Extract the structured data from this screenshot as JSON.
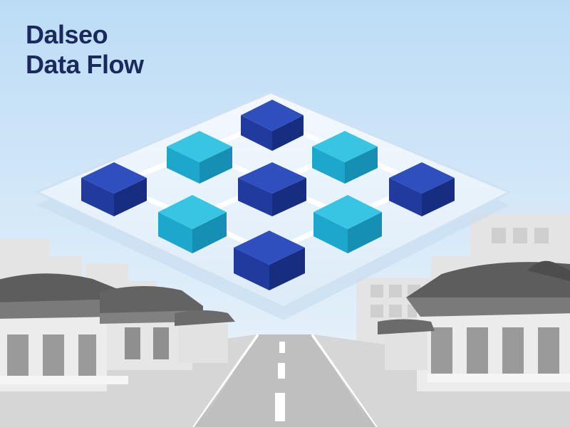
{
  "title": {
    "line1": "Dalseo",
    "line2": "Data Flow"
  },
  "colors": {
    "title_text": "#1b2a5c",
    "sky_top": "#bcdcf6",
    "sky_bottom": "#e9f3fb",
    "platform": "#e6f1fb",
    "platform_edge": "#cfe2f3",
    "cube_dark_top": "#2f4fbf",
    "cube_dark_left": "#203a9e",
    "cube_dark_right": "#172d80",
    "cube_light_top": "#38c4e3",
    "cube_light_left": "#1ea7cd",
    "cube_light_right": "#168fb4",
    "connector": "#ffffff",
    "road": "#c9c9c9",
    "building": "#dcdcdc",
    "roof": "#5d5d5d"
  },
  "icons": {
    "network_grid": "cube-network-illustration",
    "city": "hanok-street-illustration"
  }
}
